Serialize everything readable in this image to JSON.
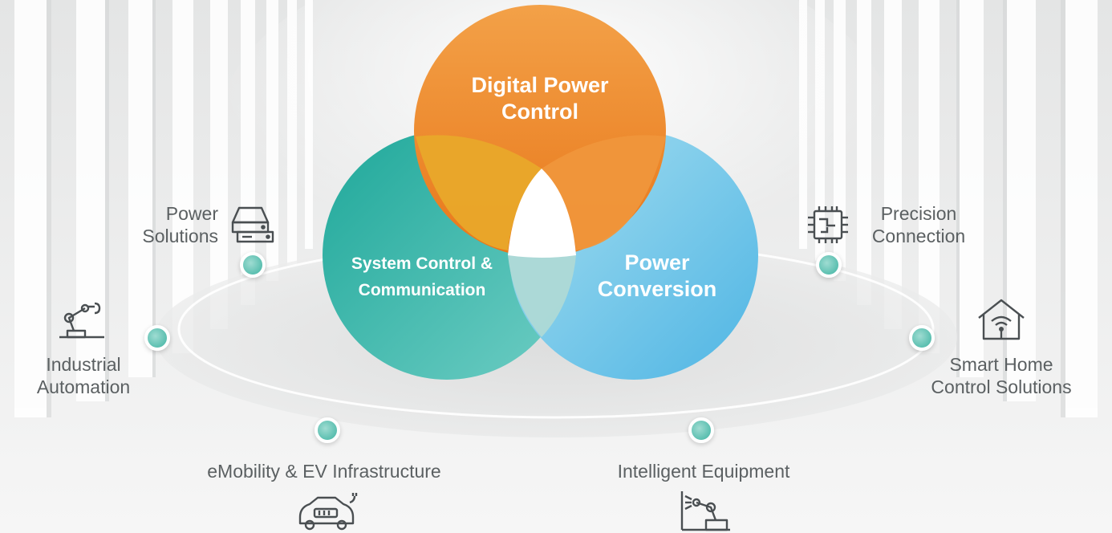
{
  "diagram": {
    "circles": [
      {
        "id": "digital",
        "title_lines": [
          "Digital Power",
          "Control"
        ],
        "color": "#ee7d1a"
      },
      {
        "id": "system",
        "title_lines": [
          "System Control &",
          "Communication"
        ],
        "color": "#1fa89a"
      },
      {
        "id": "conversion",
        "title_lines": [
          "Power",
          "Conversion"
        ],
        "color": "#5cbde6"
      }
    ],
    "applications": [
      {
        "id": "power-solutions",
        "lines": [
          "Power",
          "Solutions"
        ],
        "icon": "server-icon"
      },
      {
        "id": "precision-connection",
        "lines": [
          "Precision",
          "Connection"
        ],
        "icon": "chip-icon"
      },
      {
        "id": "industrial-automation",
        "lines": [
          "Industrial",
          "Automation"
        ],
        "icon": "robot-arm-icon"
      },
      {
        "id": "smart-home",
        "lines": [
          "Smart Home",
          "Control Solutions"
        ],
        "icon": "smart-home-icon"
      },
      {
        "id": "emobility",
        "lines": [
          "eMobility & EV Infrastructure"
        ],
        "icon": "ev-car-icon"
      },
      {
        "id": "intelligent-equipment",
        "lines": [
          "Intelligent Equipment"
        ],
        "icon": "equipment-robot-icon"
      }
    ],
    "colors": {
      "orange": "#ee7d1a",
      "teal": "#1fa89a",
      "blue": "#5cbde6",
      "dot": "#5bbfb0",
      "label_text": "#5b6062"
    }
  }
}
